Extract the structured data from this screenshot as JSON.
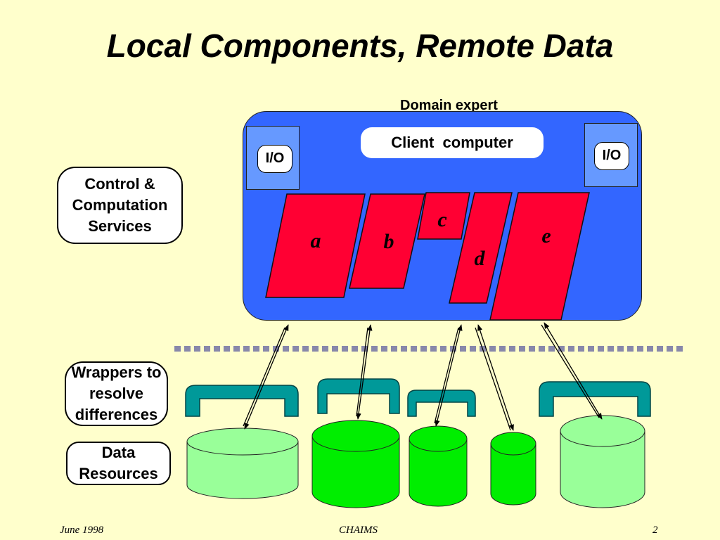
{
  "title": "Local Components, Remote Data",
  "domain_expert": "Domain expert",
  "client_computer": "Client  computer",
  "io_left": "I/O",
  "io_right": "I/O",
  "components": [
    "a",
    "b",
    "c",
    "d",
    "e"
  ],
  "side_labels": {
    "control": "Control & Computation Services",
    "wrappers": "Wrappers to resolve differences",
    "data": "Data Resources"
  },
  "footer": {
    "date": "June 1998",
    "center": "CHAIMS",
    "page": "2"
  },
  "colors": {
    "background": "#ffffcc",
    "client_panel": "#3366ff",
    "io_frame": "#6699ff",
    "component": "#ff0033",
    "wrapper": "#009999",
    "data_light": "#99ff99",
    "data_bright": "#00ee00",
    "separator": "#8888aa"
  }
}
